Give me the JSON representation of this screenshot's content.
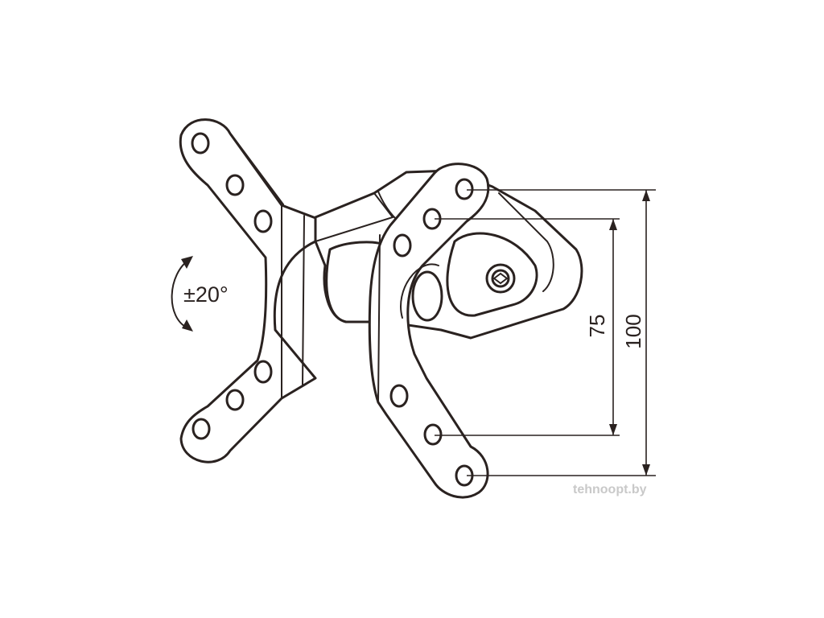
{
  "diagram": {
    "rotation_label": "±20°",
    "dimension_inner": "75",
    "dimension_outer": "100",
    "watermark": "tehnoopt.by",
    "line_color": "#2a2220",
    "background": "#ffffff"
  }
}
